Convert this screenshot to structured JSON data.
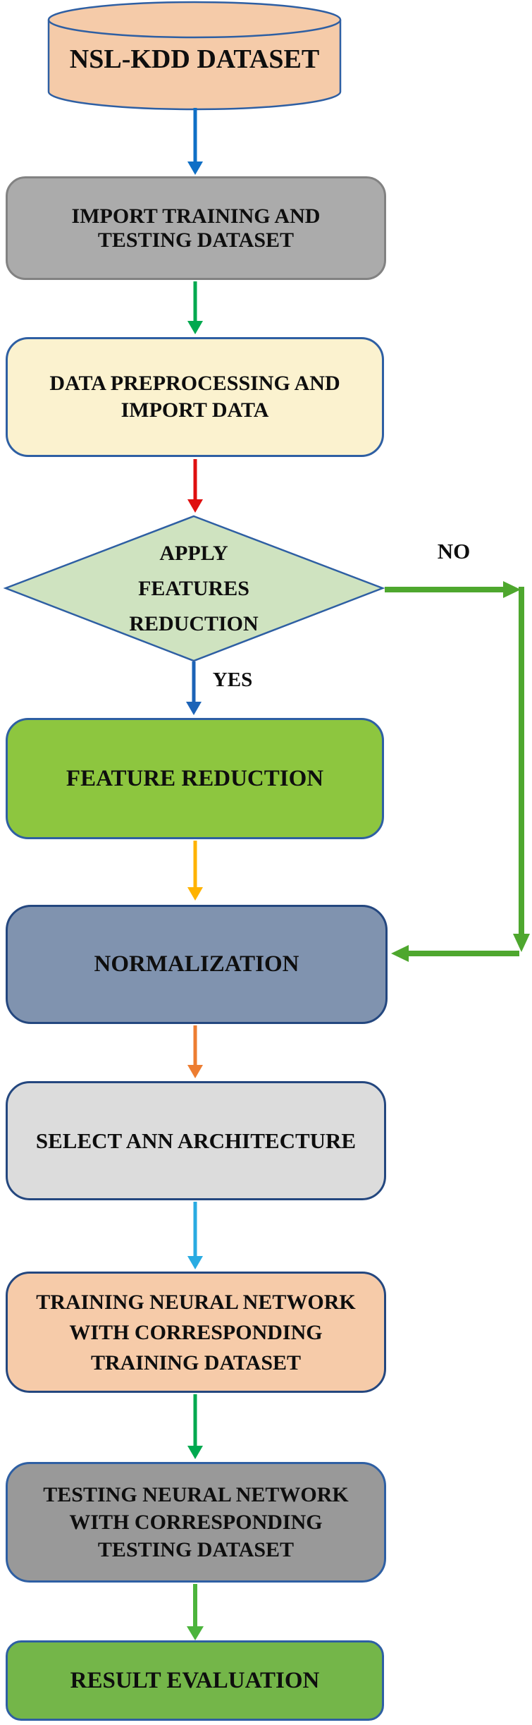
{
  "flowchart": {
    "title": "ANN intrusion-detection workflow on NSL-KDD dataset",
    "nodes": {
      "dataset": {
        "label": "NSL-KDD DATASET",
        "shape": "cylinder",
        "fill": "#f5cba9",
        "border": "#2e5fa3"
      },
      "import": {
        "label": "IMPORT TRAINING AND\nTESTING DATASET",
        "shape": "rounded-rect",
        "fill": "#ababab",
        "border": "#828282"
      },
      "preprocess": {
        "label": "DATA PREPROCESSING AND\nIMPORT DATA",
        "shape": "rounded-rect",
        "fill": "#fbf2cf",
        "border": "#2e5fa3"
      },
      "decision": {
        "label": "APPLY\nFEATURES\nREDUCTION",
        "shape": "diamond",
        "fill": "#cfe3c0",
        "border": "#2e5fa3"
      },
      "feature": {
        "label": "FEATURE REDUCTION",
        "shape": "rounded-rect",
        "fill": "#8dc63f",
        "border": "#2e5fa3"
      },
      "normalization": {
        "label": "NORMALIZATION",
        "shape": "rounded-rect",
        "fill": "#8093af",
        "border": "#24477f"
      },
      "select": {
        "label": "SELECT ANN ARCHITECTURE",
        "shape": "rounded-rect",
        "fill": "#dcdcdc",
        "border": "#24477f"
      },
      "training": {
        "label": "TRAINING NEURAL NETWORK\nWITH CORRESPONDING\nTRAINING DATASET",
        "shape": "rounded-rect",
        "fill": "#f6cba9",
        "border": "#24477f"
      },
      "testing": {
        "label": "TESTING NEURAL NETWORK\nWITH CORRESPONDING\nTESTING DATASET",
        "shape": "rounded-rect",
        "fill": "#999999",
        "border": "#2e5fa3"
      },
      "result": {
        "label": "RESULT EVALUATION",
        "shape": "rounded-rect",
        "fill": "#74b649",
        "border": "#2e5fa3"
      }
    },
    "branch_labels": {
      "no": "NO",
      "yes": "YES"
    },
    "edges": [
      {
        "from": "dataset",
        "to": "import",
        "color": "#0f6fc6"
      },
      {
        "from": "import",
        "to": "preprocess",
        "color": "#00a94f"
      },
      {
        "from": "preprocess",
        "to": "decision",
        "color": "#df1010"
      },
      {
        "from": "decision",
        "to": "feature",
        "color": "#1c63b7",
        "label": "YES"
      },
      {
        "from": "decision",
        "to": "normalization",
        "color": "#4ea72e",
        "label": "NO",
        "route": "right-side feedback elbow"
      },
      {
        "from": "feature",
        "to": "normalization",
        "color": "#ffb300"
      },
      {
        "from": "normalization",
        "to": "select",
        "color": "#ed7d31"
      },
      {
        "from": "select",
        "to": "training",
        "color": "#29abe2"
      },
      {
        "from": "training",
        "to": "testing",
        "color": "#00a94f"
      },
      {
        "from": "testing",
        "to": "result",
        "color": "#4cb43c"
      }
    ]
  }
}
